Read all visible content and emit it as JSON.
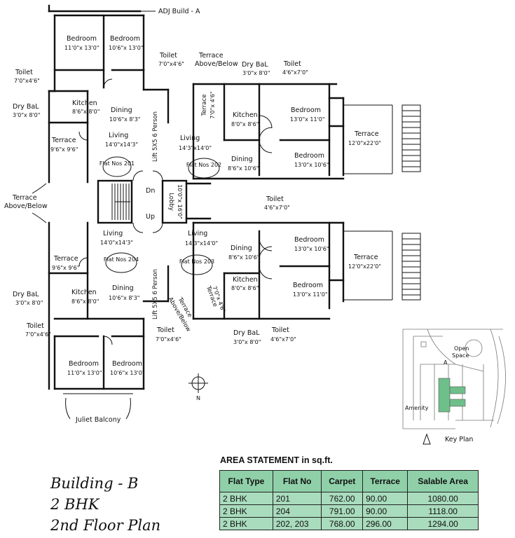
{
  "plan": {
    "adjacent_label": "ADJ Build - A",
    "flats": [
      "Flat Nos 201",
      "Flat Nos 202",
      "Flat Nos 204",
      "Flat Nos 203"
    ],
    "rooms": {
      "bedroom": "Bedroom",
      "toilet": "Toilet",
      "dry_bal": "Dry BaL",
      "kitchen": "Kitchen",
      "dining": "Dining",
      "living": "Living",
      "terrace": "Terrace",
      "terrace_above_below": [
        "Terrace",
        "Above/Below"
      ],
      "lift": "Lift 5X5 6 Person",
      "lobby": "Lobby",
      "dn": "Dn",
      "up": "Up",
      "juliet": "Juliet Balcony",
      "north": "N"
    },
    "dims": {
      "bed_a": "11'0\"x 13'0\"",
      "bed_b": "10'6\"x 13'0\"",
      "bed_c": "13'0\"x 11'0\"",
      "bed_d": "13'0\"x 10'6\"",
      "toilet_a": "7'0\"x4'6\"",
      "toilet_b": "4'6\"x7'0\"",
      "dry_a": "3'0\"x 8'0\"",
      "kitchen_a": "8'6\"x 8'0\"",
      "kitchen_b": "8'0\"x 8'6\"",
      "dining_a": "10'6\"x 8'3\"",
      "dining_b": "8'6\"x 10'6\"",
      "living_a": "14'0\"x14'3\"",
      "living_b": "14'3\"x14'0\"",
      "terrace_a": "9'6\"x 9'6\"",
      "terrace_b": "12'0\"x22'0\"",
      "terrace_c": "7'0\"x 4'6\"",
      "lobby": "10'0\"x 16'0\""
    }
  },
  "keyplan": {
    "label": "Key Plan",
    "open_space": [
      "Open",
      "Space"
    ],
    "amenity": "Amenity",
    "marker": "A"
  },
  "caption": {
    "line1": "Building - B",
    "line2": "2 BHK",
    "line3": "2nd Floor Plan"
  },
  "area_statement": {
    "title": "AREA STATEMENT in sq.ft.",
    "headers": [
      "Flat Type",
      "Flat No",
      "Carpet",
      "Terrace",
      "Salable Area"
    ],
    "rows": [
      [
        "2 BHK",
        "201",
        "762.00",
        "90.00",
        "1080.00"
      ],
      [
        "2 BHK",
        "204",
        "791.00",
        "90.00",
        "1118.00"
      ],
      [
        "2 BHK",
        "202, 203",
        "768.00",
        "296.00",
        "1294.00"
      ]
    ]
  },
  "colors": {
    "table_header": "#8fd0a9",
    "table_cell": "#a9dcbd",
    "keyplan_highlight": "#6fbf8b"
  }
}
